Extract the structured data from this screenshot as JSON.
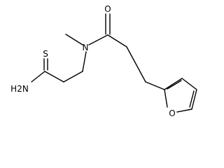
{
  "molecule": {
    "atom_labels": {
      "sulfur": "S",
      "amine": "H2N",
      "amide_nitrogen": "N",
      "carbonyl_oxygen": "O",
      "furan_oxygen": "O"
    }
  }
}
